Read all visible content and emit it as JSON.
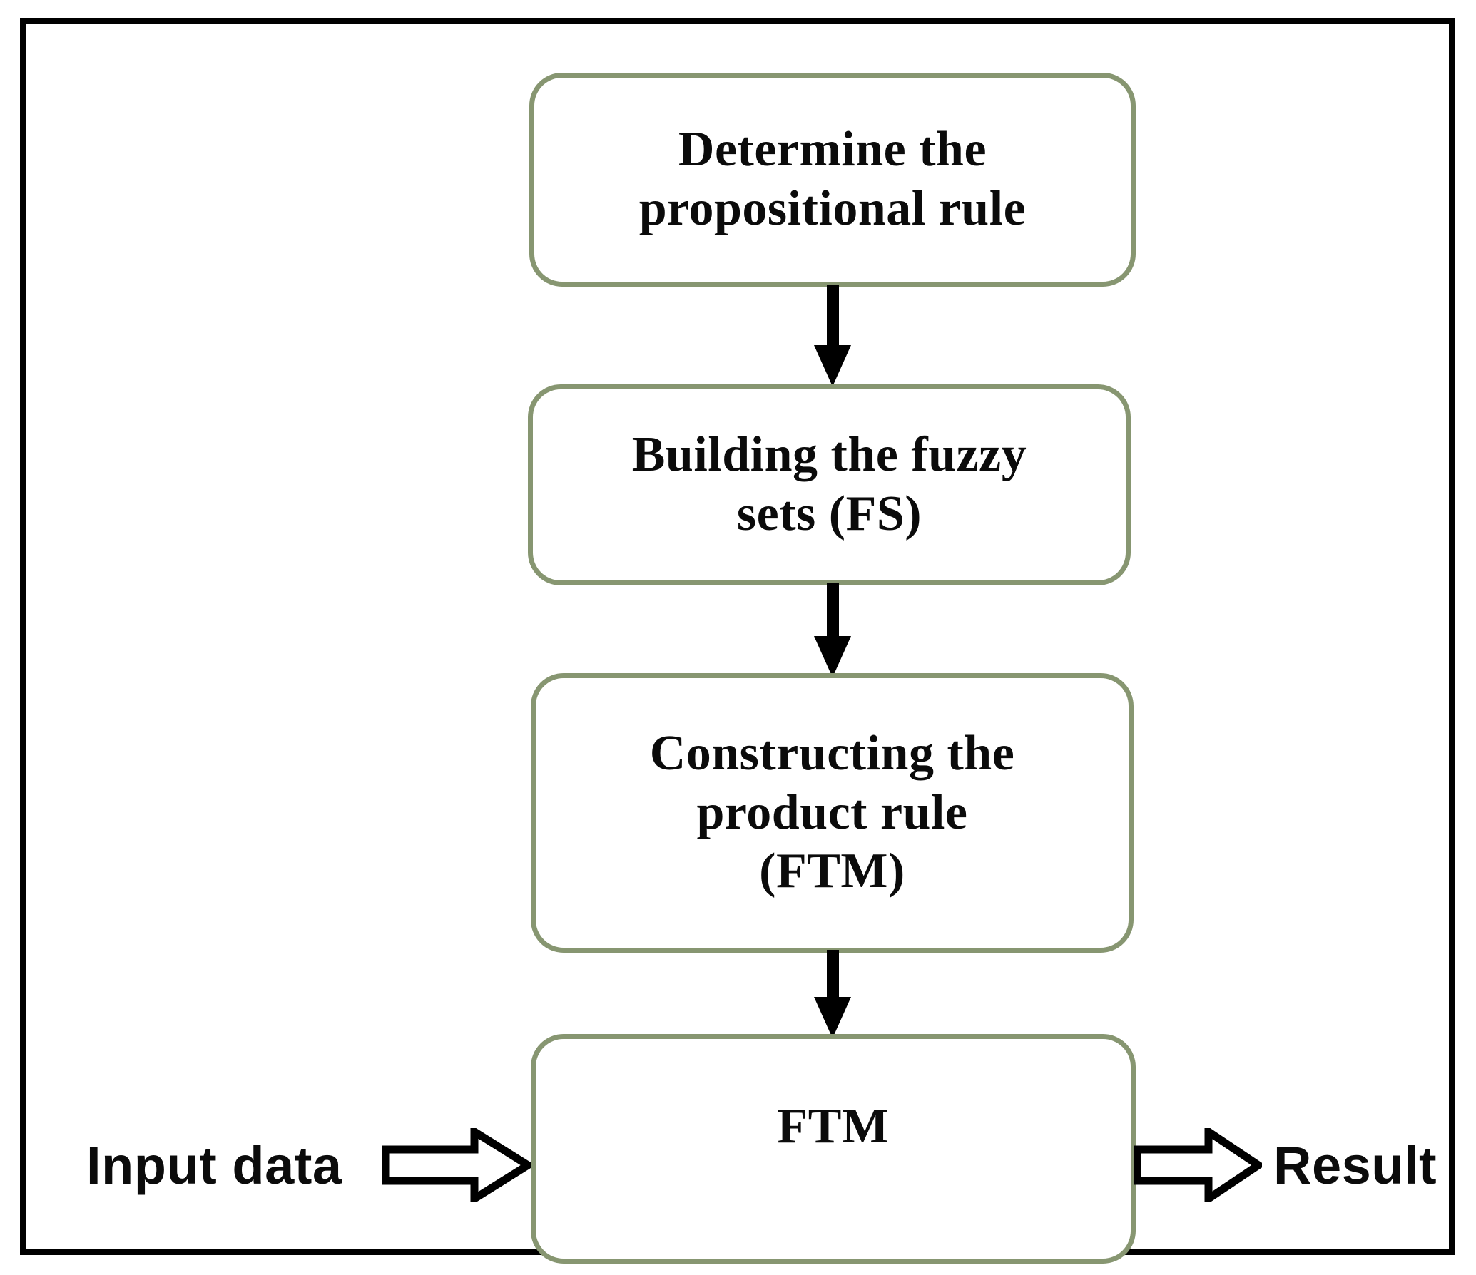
{
  "diagram": {
    "title": "FTM fuzzy inference process flowchart",
    "colors": {
      "box_border": "#879671",
      "box_fill": "#ffffff",
      "frame_border": "#000000",
      "arrow": "#000000",
      "text": "#0b0b0b"
    },
    "frame": {
      "style": "solid black rectangle"
    },
    "steps": [
      {
        "id": "box-1",
        "label": "Determine the\npropositional rule",
        "shape": "rounded-rectangle"
      },
      {
        "id": "box-2",
        "label": "Building the fuzzy\nsets (FS)",
        "shape": "rounded-rectangle"
      },
      {
        "id": "box-3",
        "label": "Constructing the\nproduct rule\n(FTM)",
        "shape": "rounded-rectangle"
      },
      {
        "id": "box-4",
        "label": "FTM",
        "shape": "rounded-rectangle"
      }
    ],
    "connectors": [
      {
        "id": "arrow-1",
        "from": "box-1",
        "to": "box-2",
        "style": "solid-black-down-arrow"
      },
      {
        "id": "arrow-2",
        "from": "box-2",
        "to": "box-3",
        "style": "solid-black-down-arrow"
      },
      {
        "id": "arrow-3",
        "from": "box-3",
        "to": "box-4",
        "style": "solid-black-down-arrow"
      }
    ],
    "io": {
      "input_label": "Input data",
      "output_label": "Result",
      "input_arrow": {
        "direction": "right",
        "style": "hollow-block-arrow"
      },
      "output_arrow": {
        "direction": "right",
        "style": "hollow-block-arrow"
      }
    }
  }
}
